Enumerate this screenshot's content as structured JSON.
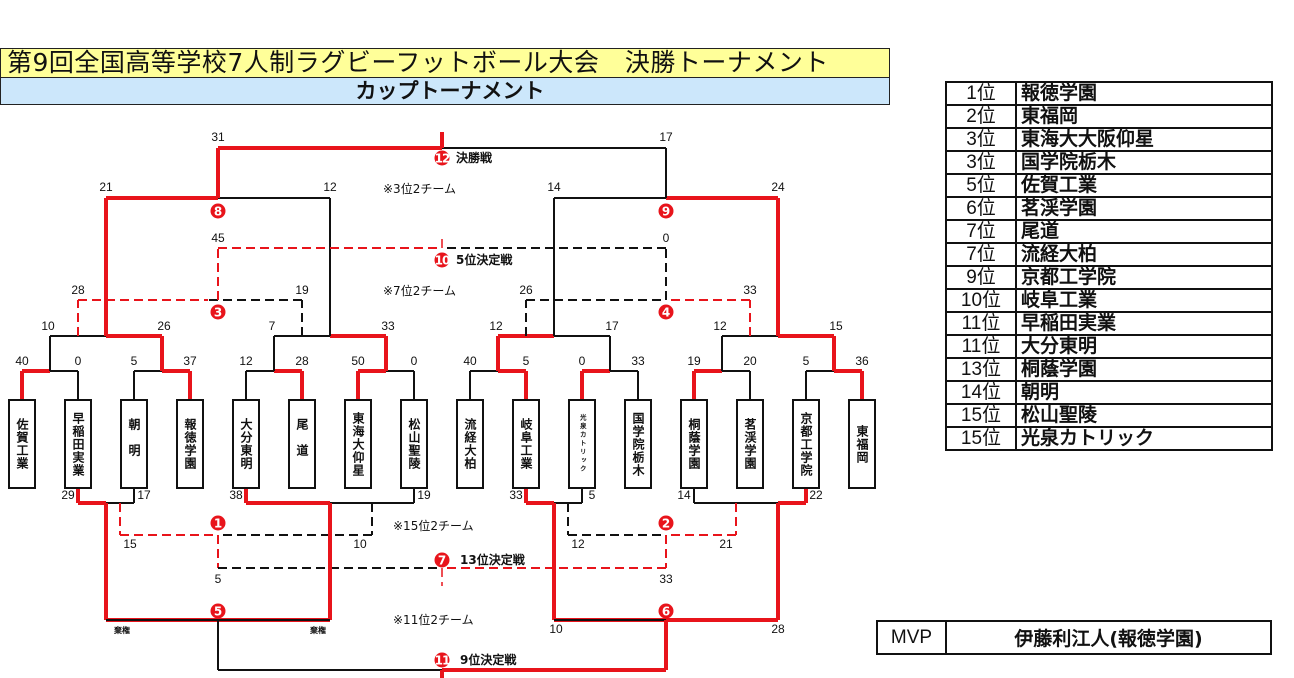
{
  "header": {
    "title": "第9回全国高等学校7人制ラグビーフットボール大会　決勝トーナメント",
    "subtitle": "カップトーナメント"
  },
  "colors": {
    "winner_line": "#e8141b",
    "loser_line": "#111111",
    "title_bg": "#ffff99",
    "subtitle_bg": "#cce7fb",
    "badge": "#e8141b"
  },
  "teams": [
    {
      "name": "佐賀工業"
    },
    {
      "name": "早稲田実業"
    },
    {
      "name": "朝明"
    },
    {
      "name": "報徳学園"
    },
    {
      "name": "大分東明"
    },
    {
      "name": "尾道"
    },
    {
      "name": "東海大仰星"
    },
    {
      "name": "松山聖陵"
    },
    {
      "name": "流経大柏"
    },
    {
      "name": "岐阜工業"
    },
    {
      "name": "光泉カトリック"
    },
    {
      "name": "国学院栃木"
    },
    {
      "name": "桐蔭学園"
    },
    {
      "name": "茗渓学園"
    },
    {
      "name": "京都工学院"
    },
    {
      "name": "東福岡"
    }
  ],
  "round1_scores": [
    "40",
    "0",
    "5",
    "37",
    "12",
    "28",
    "50",
    "0",
    "40",
    "5",
    "0",
    "33",
    "19",
    "20",
    "5",
    "36"
  ],
  "qf_scores": [
    "10",
    "26",
    "7",
    "33",
    "12",
    "17",
    "12",
    "15"
  ],
  "sf_scores": [
    "21",
    "12",
    "14",
    "24"
  ],
  "final_scores": [
    "31",
    "17"
  ],
  "consolation_7th_scores": [
    "28",
    "19",
    "26",
    "33"
  ],
  "fifth_place_scores": [
    "45",
    "0"
  ],
  "lower_r1_scores": [
    "29",
    "17",
    "38",
    "19",
    "33",
    "5",
    "14",
    "22"
  ],
  "fifteenth_scores": [
    "15",
    "10",
    "12",
    "21"
  ],
  "thirteenth_scores": [
    "5",
    "33"
  ],
  "eleventh_scores": [
    "棄権",
    "棄権",
    "10",
    "28"
  ],
  "match_labels": {
    "final": "決勝戦",
    "fifth": "5位決定戦",
    "thirteenth": "13位決定戦",
    "ninth": "9位決定戦",
    "note_3rd": "※3位2チーム",
    "note_7th": "※7位2チーム",
    "note_15th": "※15位2チーム",
    "note_11th": "※11位2チーム"
  },
  "match_numbers": [
    "1",
    "2",
    "3",
    "4",
    "5",
    "6",
    "7",
    "8",
    "9",
    "10",
    "11",
    "12"
  ],
  "rankings": [
    {
      "rank": "1位",
      "team": "報徳学園"
    },
    {
      "rank": "2位",
      "team": "東福岡"
    },
    {
      "rank": "3位",
      "team": "東海大大阪仰星"
    },
    {
      "rank": "3位",
      "team": "国学院栃木"
    },
    {
      "rank": "5位",
      "team": "佐賀工業"
    },
    {
      "rank": "6位",
      "team": "茗渓学園"
    },
    {
      "rank": "7位",
      "team": "尾道"
    },
    {
      "rank": "7位",
      "team": "流経大柏"
    },
    {
      "rank": "9位",
      "team": "京都工学院"
    },
    {
      "rank": "10位",
      "team": "岐阜工業"
    },
    {
      "rank": "11位",
      "team": "早稲田実業"
    },
    {
      "rank": "11位",
      "team": "大分東明"
    },
    {
      "rank": "13位",
      "team": "桐蔭学園"
    },
    {
      "rank": "14位",
      "team": "朝明"
    },
    {
      "rank": "15位",
      "team": "松山聖陵"
    },
    {
      "rank": "15位",
      "team": "光泉カトリック"
    }
  ],
  "mvp": {
    "label": "MVP",
    "value": "伊藤利江人(報徳学園)"
  }
}
